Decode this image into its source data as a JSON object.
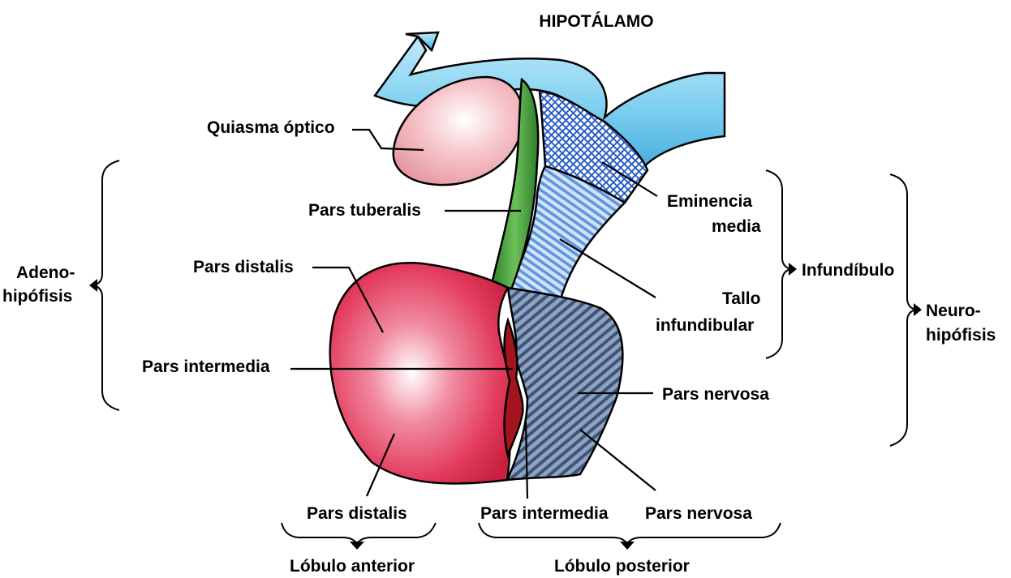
{
  "labels": {
    "hypothalamus": "HIPOTÁLAMO",
    "optic_chiasm": "Quiasma óptico",
    "pars_tuberalis": "Pars tuberalis",
    "pars_distalis_top": "Pars distalis",
    "pars_intermedia_left": "Pars intermedia",
    "adeno_line1": "Adeno-",
    "adeno_line2": "hipófisis",
    "eminencia_line1": "Eminencia",
    "eminencia_line2": "media",
    "infundibulo": "Infundíbulo",
    "tallo_line1": "Tallo",
    "tallo_line2": "infundibular",
    "neuro_line1": "Neuro-",
    "neuro_line2": "hipófisis",
    "pars_nervosa_right": "Pars nervosa",
    "pars_distalis_bottom": "Pars distalis",
    "pars_intermedia_bottom": "Pars intermedia",
    "pars_nervosa_bottom": "Pars nervosa",
    "lobulo_anterior": "Lóbulo anterior",
    "lobulo_posterior": "Lóbulo posterior"
  },
  "colors": {
    "hypothalamus": "#7fd0f0",
    "optic_chiasm": "#f2b6bc",
    "pars_tuberalis": "#3c9a36",
    "pars_distalis": "#e23a5c",
    "pars_intermedia": "#a3141e",
    "pars_nervosa": "#4d6486",
    "eminencia_media": "#3a6cc8",
    "tallo": "#7fb3ea"
  }
}
